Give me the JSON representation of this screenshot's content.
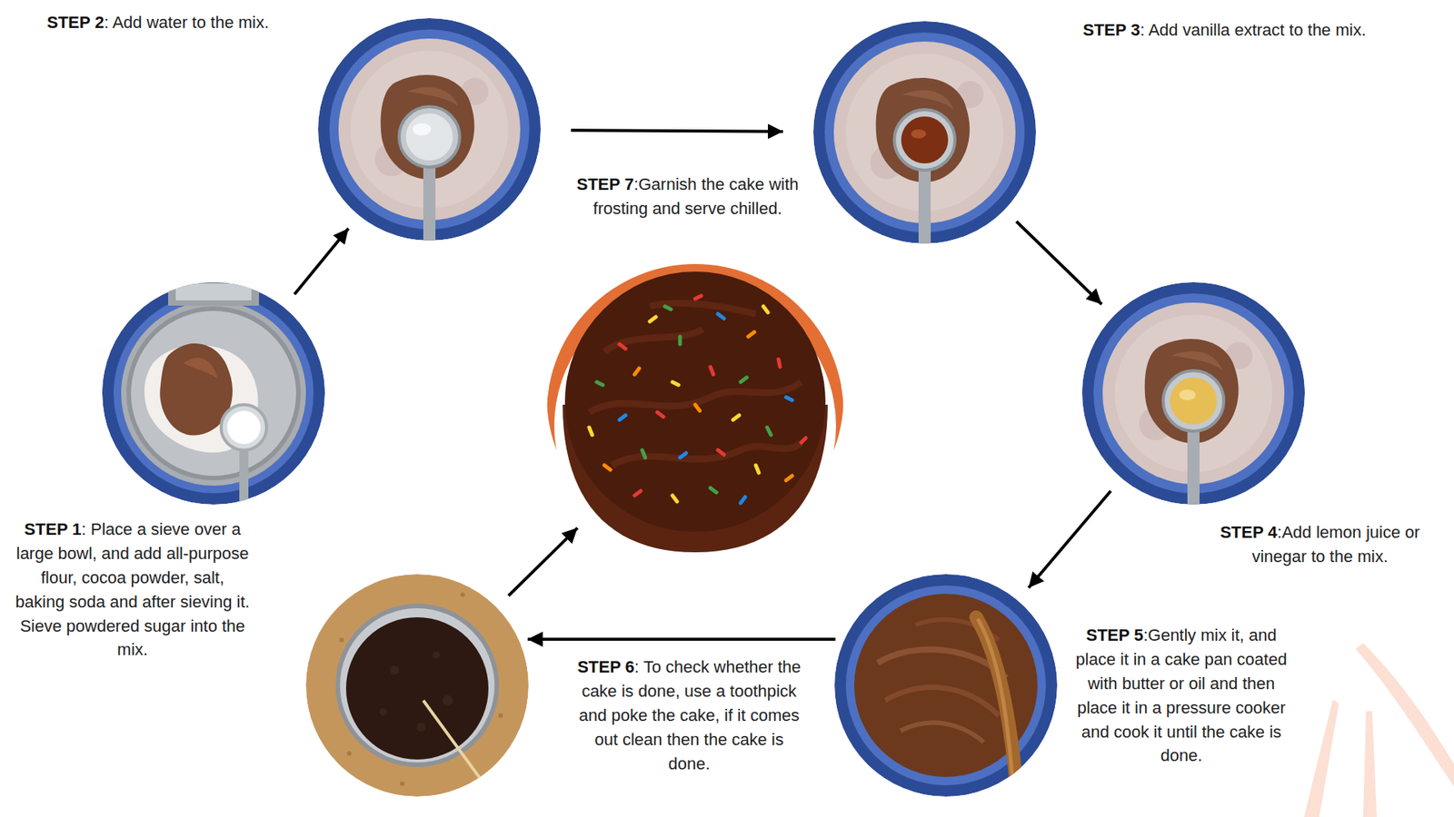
{
  "diagram": {
    "nodes": [
      {
        "text": [
          "STEP 1",
          ": Place a sieve over a large bowl, and add all-purpose flour, cocoa powder, salt, baking soda and after sieving it. Sieve powdered sugar into the mix."
        ]
      },
      {
        "text": [
          "STEP 2",
          ": Add water to the mix."
        ]
      },
      {
        "text": [
          "STEP 3",
          ": Add vanilla extract to the mix."
        ]
      },
      {
        "text": [
          "STEP 4",
          ":Add lemon juice or vinegar to the mix."
        ]
      },
      {
        "text": [
          "STEP 5",
          ":Gently mix it, and place it in a cake pan coated with butter or oil and then place it in a pressure cooker and cook it until the cake is done."
        ]
      },
      {
        "text": [
          "STEP 6",
          ": To check whether the cake is done, use a toothpick and poke the cake, if it comes out clean then the cake is done."
        ]
      },
      {
        "text": [
          "STEP 7",
          ":Garnish the cake with frosting and serve chilled."
        ]
      }
    ],
    "edges": [
      {
        "from": 0,
        "to": 1,
        "arrow": "to"
      },
      {
        "from": 1,
        "to": 2,
        "arrow": "to"
      },
      {
        "from": 2,
        "to": 3,
        "arrow": "to"
      },
      {
        "from": 3,
        "to": 4,
        "arrow": "to"
      },
      {
        "from": 4,
        "to": 5,
        "arrow": "to"
      },
      {
        "from": 5,
        "to": 6,
        "arrow": "to"
      }
    ]
  }
}
